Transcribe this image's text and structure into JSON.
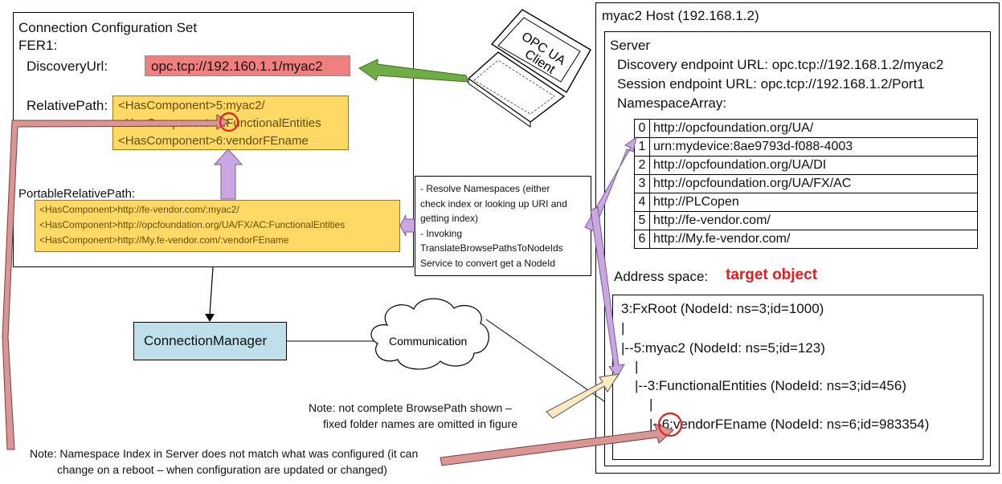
{
  "config": {
    "title": "Connection Configuration Set",
    "fer": "FER1:",
    "discovery_label": "DiscoveryUrl:",
    "discovery_url": "opc.tcp://192.160.1.1/myac2",
    "relative_path_label": "RelativePath:",
    "relative_path": [
      "<HasComponent>5:myac2/",
      "<HasComponent>3:FunctionalEntities",
      "<HasComponent>6:vendorFEname"
    ],
    "portable_label": "PortableRelativePath:",
    "portable_path": [
      "<HasComponent>http://fe-vendor.com/:myac2/",
      "<HasComponent>http://opcfoundation.org/UA/FX/AC:FunctionalEntities",
      "<HasComponent>http://My.fe-vendor.com/:vendorFEname"
    ]
  },
  "client": {
    "label_line1": "OPC UA",
    "label_line2": "Client"
  },
  "host": {
    "title": "myac2 Host (192.168.1.2)",
    "server_label": "Server",
    "discovery_endpoint": "Discovery endpoint URL:  opc.tcp://192.168.1.2/myac2",
    "session_endpoint": "Session endpoint URL:  opc.tcp://192.168.1.2/Port1",
    "namespace_label": "NamespaceArray:",
    "namespaces": [
      {
        "index": "0",
        "uri": "http://opcfoundation.org/UA/"
      },
      {
        "index": "1",
        "uri": "urn:mydevice:8ae9793d-f088-4003"
      },
      {
        "index": "2",
        "uri": "http://opcfoundation.org/UA/DI"
      },
      {
        "index": "3",
        "uri": "http://opcfoundation.org/UA/FX/AC"
      },
      {
        "index": "4",
        "uri": "http://PLCopen"
      },
      {
        "index": "5",
        "uri": "http://fe-vendor.com/"
      },
      {
        "index": "6",
        "uri": "http://My.fe-vendor.com/"
      }
    ],
    "address_space_label": "Address space:",
    "target_label": "target object",
    "tree": [
      "3:FxRoot (NodeId: ns=3;id=1000)",
      "|",
      "|--5:myac2 (NodeId: ns=5;id=123)",
      "|",
      "|--3:FunctionalEntities (NodeId: ns=3;id=456)",
      "|",
      "|--6:vendorFEname (NodeId: ns=6;id=983354)"
    ]
  },
  "resolve_note": [
    "- Resolve Namespaces (either",
    "check index or looking up URI and",
    "getting index)",
    "- Invoking",
    "TranslateBrowsePathsToNodeIds",
    "Service to convert get a NodeId"
  ],
  "connection_manager": "ConnectionManager",
  "communication": "Communication",
  "note_browse": [
    "Note: not complete BrowsePath shown –",
    "fixed folder names are omitted in figure"
  ],
  "note_namespace": [
    "Note: Namespace Index in Server does not match what was configured (it can",
    "change on a reboot – when configuration are updated or changed)"
  ],
  "colors": {
    "discovery_url_bg": "#f08080",
    "yellow_box": "#ffd966",
    "conn_mgr_bg": "#bfe0ea",
    "green_arrow": "#70ad47",
    "purple_arrow": "#c9a7e0",
    "pink_arrow": "#d99694",
    "cream_arrow": "#fbe9c0",
    "target_red": "#e02020"
  }
}
